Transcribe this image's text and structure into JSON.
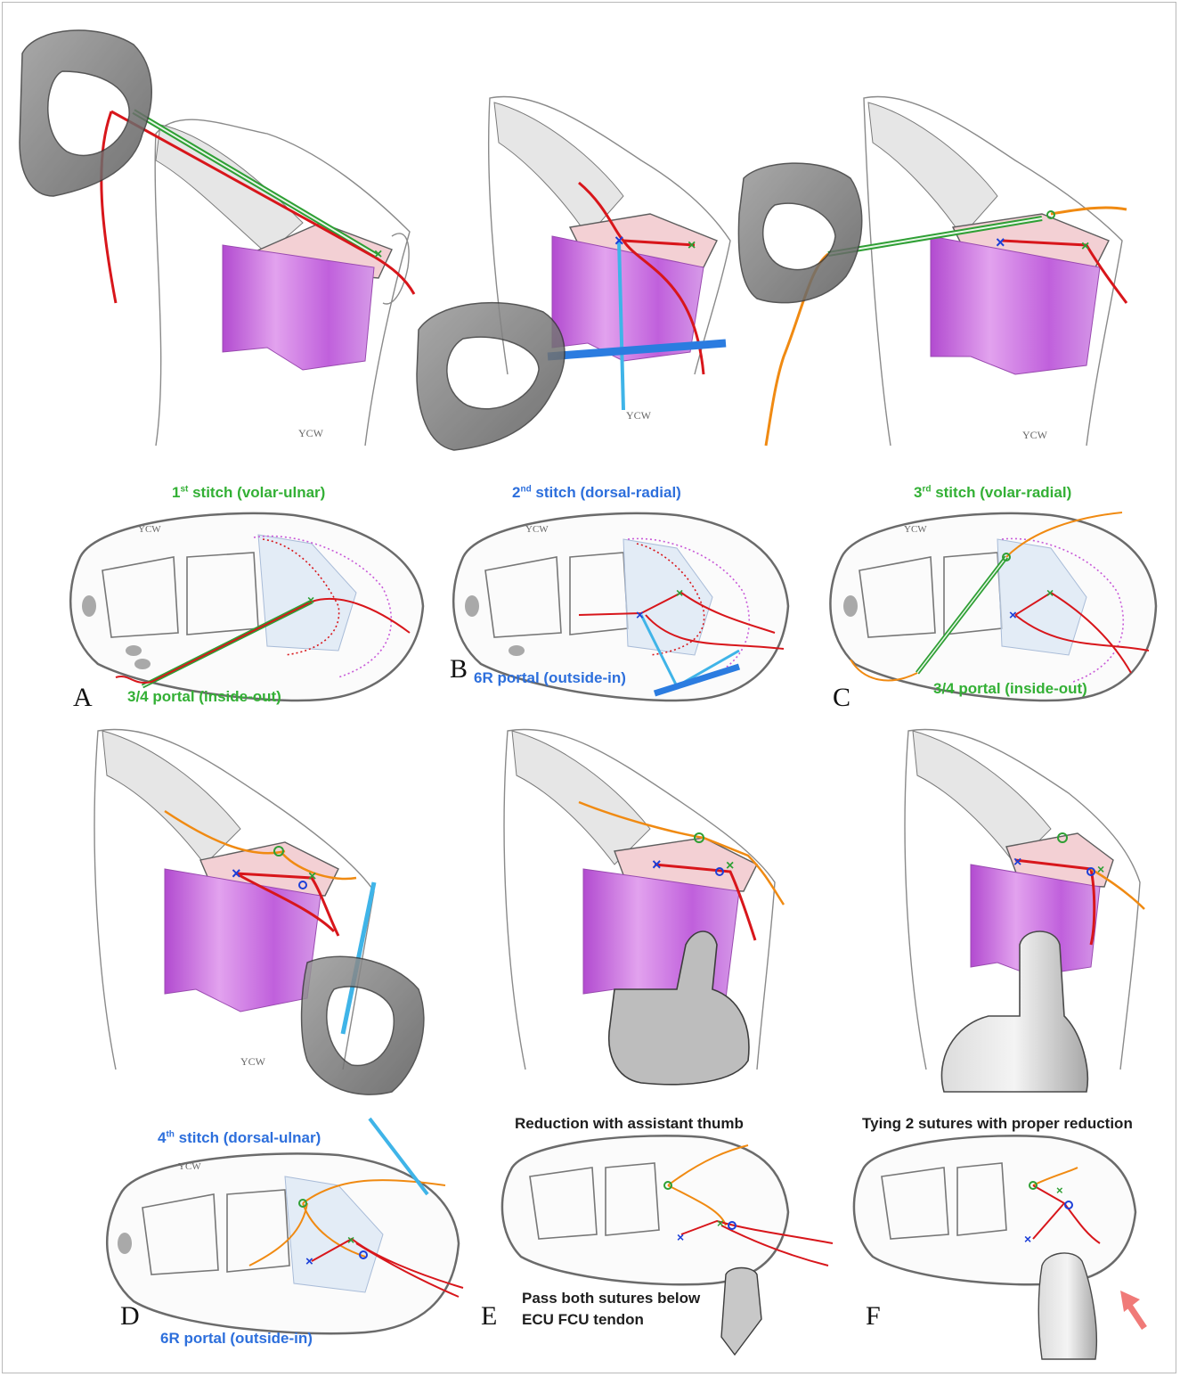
{
  "captions": {
    "a_title": {
      "ord": "1",
      "sup": "st",
      "rest": " stitch (volar-ulnar)"
    },
    "b_title": {
      "ord": "2",
      "sup": "nd",
      "rest": " stitch (dorsal-radial)"
    },
    "c_title": {
      "ord": "3",
      "sup": "rd",
      "rest": "  stitch (volar-radial)"
    },
    "d_title": {
      "ord": "4",
      "sup": "th",
      "rest": " stitch (dorsal-ulnar)"
    },
    "a_portal": "3/4 portal (inside-out)",
    "b_portal": "6R portal (outside-in)",
    "c_portal": "3/4 portal (inside-out)",
    "d_portal": "6R portal (outside-in)",
    "e_title": "Reduction with assistant thumb",
    "e_note_1": "Pass both sutures below",
    "e_note_2": "ECU FCU tendon",
    "f_title": "Tying 2 sutures with proper reduction"
  },
  "panels": [
    "A",
    "B",
    "C",
    "D",
    "E",
    "F"
  ],
  "signatures": {
    "sketch": "YCW",
    "section": "YCW"
  },
  "colors": {
    "volar_stitch": "#33b035",
    "dorsal_stitch": "#2d6fdc",
    "suture_red": "#d8161b",
    "suture_orange": "#f08a12",
    "tfcc_magenta": "#c85ad8",
    "needle_cyan": "#3fb4e8",
    "outline": "#6b6b6b",
    "reduction_arrow": "#f07a78"
  },
  "icons": [
    "needle-icon",
    "gloved-hand-icon",
    "thumb-icon",
    "index-finger-icon",
    "arrow-icon"
  ]
}
